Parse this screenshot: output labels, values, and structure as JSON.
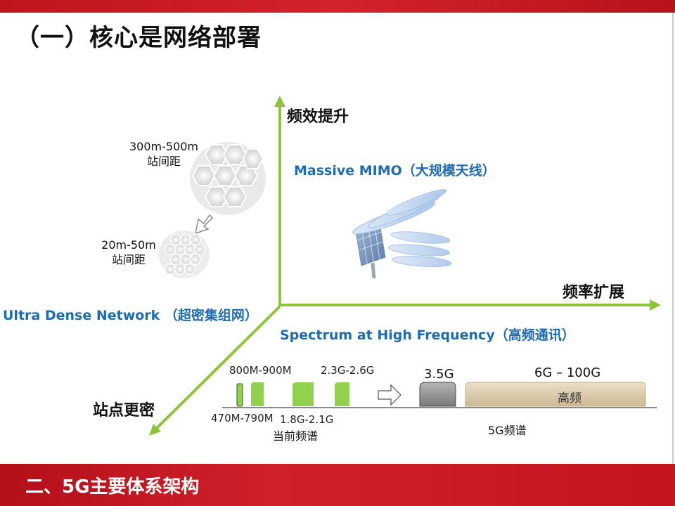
{
  "title": "（一）核心是网络部署",
  "footer": "二、5G主要体系架构",
  "axes": {
    "up": "频效提升",
    "right": "频率扩展",
    "down_left": "站点更密"
  },
  "directions": {
    "mimo": "Massive  MIMO（大规模天线）",
    "udn": "Ultra Dense Network  （超密集组网）",
    "spectrum": "Spectrum at High Frequency（高频通讯）"
  },
  "cells": {
    "large_distance": "300m-500m",
    "large_unit": "站间距",
    "small_distance": "20m-50m",
    "small_unit": "站间距"
  },
  "bands": {
    "b1": "470M-790M",
    "b2": "800M-900M",
    "b3": "1.8G-2.1G",
    "b4": "2.3G-2.6G",
    "current_caption": "当前频谱",
    "b5": "3.5G",
    "b6": "6G – 100G",
    "b6_inner": "高频",
    "future_caption": "5G频谱"
  },
  "colors": {
    "red_bar": "#c81820",
    "axis_green": "#8cc43c",
    "label_blue": "#1f6bb0",
    "band_green": "#92d050",
    "high_band": "#dccbaa"
  }
}
